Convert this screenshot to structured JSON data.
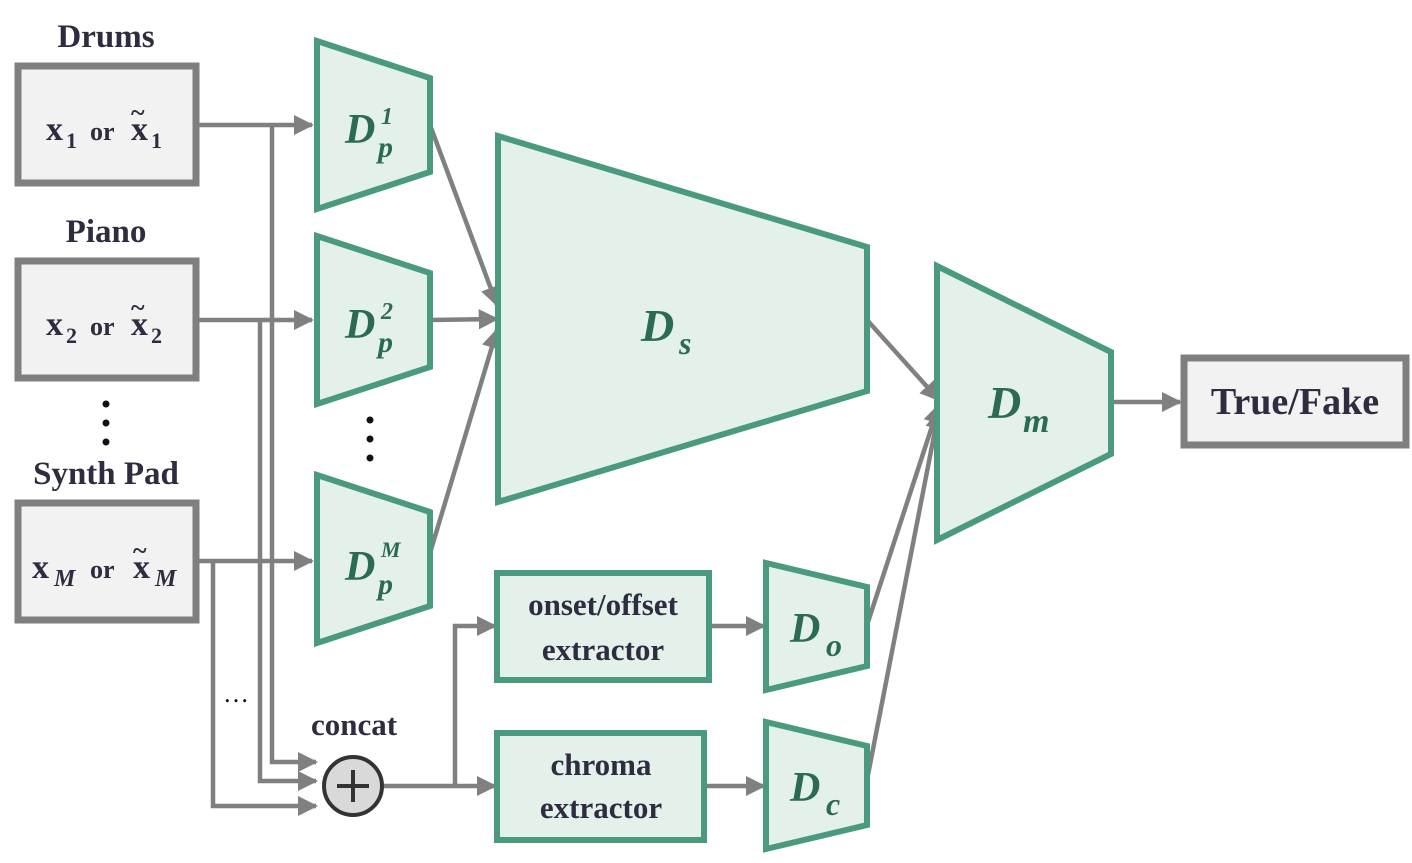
{
  "inputs": [
    {
      "track": "Drums",
      "var": "x",
      "sub": "1",
      "or": "or"
    },
    {
      "track": "Piano",
      "var": "x",
      "sub": "2",
      "or": "or"
    },
    {
      "track": "Synth Pad",
      "var": "x",
      "sub": "M",
      "or": "or"
    }
  ],
  "track_discriminators": [
    {
      "base": "D",
      "sub": "p",
      "sup": "1"
    },
    {
      "base": "D",
      "sub": "p",
      "sup": "2"
    },
    {
      "base": "D",
      "sub": "p",
      "sup": "M"
    }
  ],
  "shared_discriminator": {
    "base": "D",
    "sub": "s"
  },
  "merged_discriminator": {
    "base": "D",
    "sub": "m"
  },
  "onset_discriminator": {
    "base": "D",
    "sub": "o"
  },
  "chroma_discriminator": {
    "base": "D",
    "sub": "c"
  },
  "extractors": {
    "onset": {
      "line1": "onset/offset",
      "line2": "extractor"
    },
    "chroma": {
      "line1": "chroma",
      "line2": "extractor"
    }
  },
  "concat": {
    "label": "concat",
    "symbol": "+"
  },
  "ellipsis_h": "…",
  "output": {
    "label": "True/Fake"
  },
  "colors": {
    "wire": "#808080",
    "disc_fill": "#e3f1ea",
    "disc_stroke": "#4a9a7e",
    "input_stroke": "#7f7f7f",
    "text_green": "#2c6b53"
  }
}
